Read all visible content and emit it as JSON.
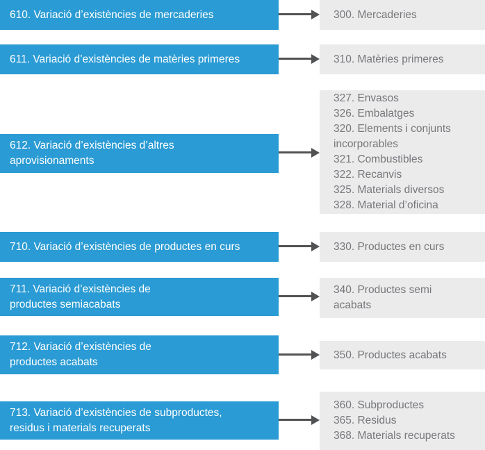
{
  "palette": {
    "blue": "#2A9BD4",
    "gray_box": "#EBEBEC",
    "gray_text": "#76777A",
    "arrow": "#515254",
    "white_text": "#FFFFFF"
  },
  "diagram": {
    "rows": [
      {
        "source_lines": [
          "610. Variació d’existències de mercaderies"
        ],
        "target_lines": [
          "300. Mercaderies"
        ]
      },
      {
        "source_lines": [
          "611. Variació d’existències de matèries primeres"
        ],
        "target_lines": [
          "310. Matèries primeres"
        ]
      },
      {
        "source_lines": [
          "612. Variació d’existències d’altres",
          "aprovisionaments"
        ],
        "target_lines": [
          "327. Envasos",
          "326. Embalatges",
          "320. Elements i conjunts",
          "incorporables",
          "321. Combustibles",
          "322. Recanvis",
          "325. Materials diversos",
          "328. Material d’oficina"
        ]
      },
      {
        "source_lines": [
          "710. Variació d’existències de productes en curs"
        ],
        "target_lines": [
          "330. Productes en curs"
        ]
      },
      {
        "source_lines": [
          "711. Variació d’existències de",
          "productes semiacabats"
        ],
        "target_lines": [
          "340. Productes semi",
          "acabats"
        ]
      },
      {
        "source_lines": [
          "712. Variació d’existències de",
          "productes acabats"
        ],
        "target_lines": [
          "350. Productes acabats"
        ]
      },
      {
        "source_lines": [
          "713. Variació d’existències de subproductes,",
          "residus i materials recuperats"
        ],
        "target_lines": [
          "360. Subproductes",
          "365. Residus",
          "368. Materials recuperats"
        ]
      }
    ]
  }
}
